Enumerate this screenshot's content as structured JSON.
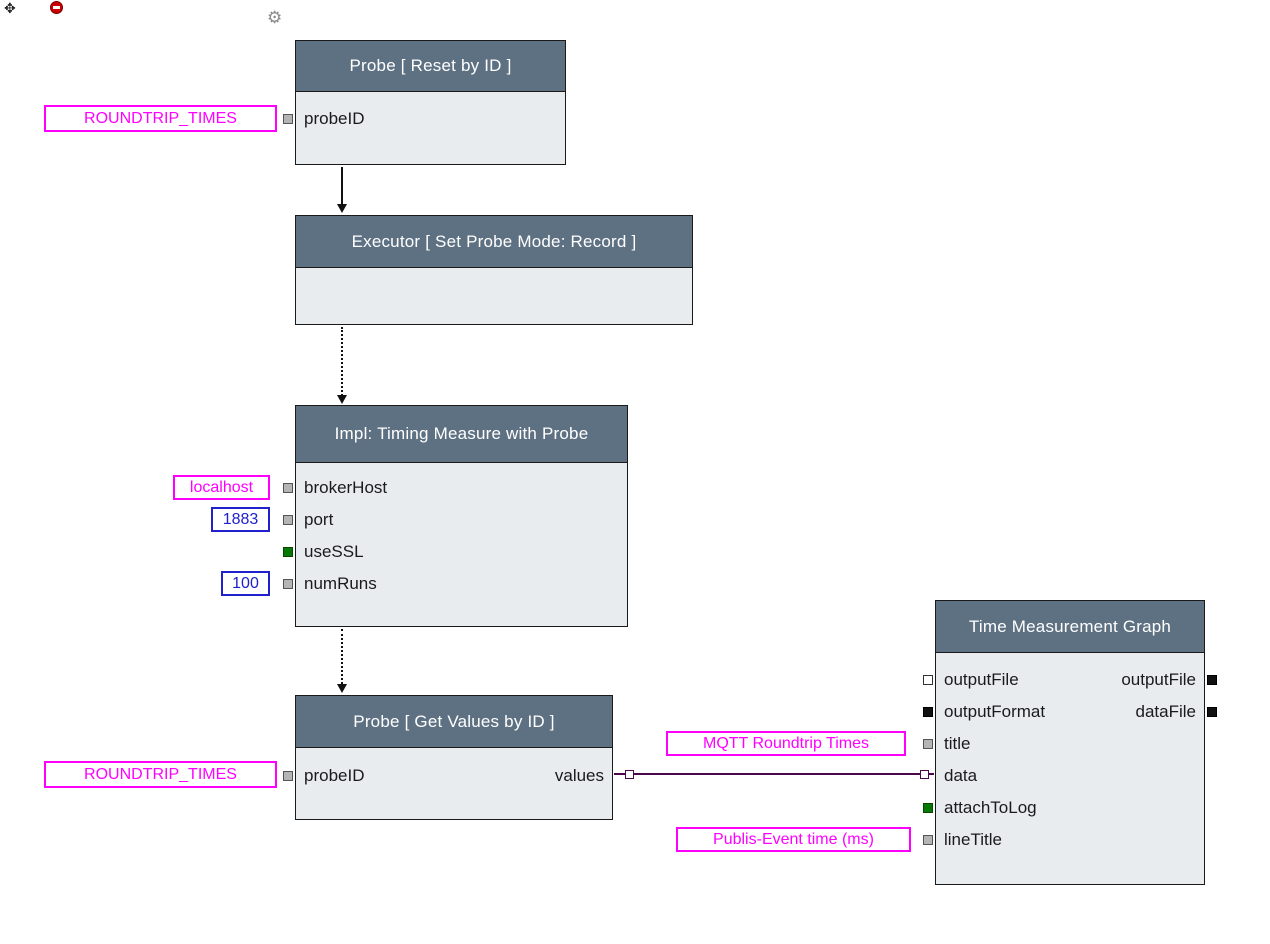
{
  "icons": {
    "move": "✥",
    "gear": "⚙"
  },
  "nodes": {
    "probe_reset": {
      "title": "Probe [ Reset by ID ]",
      "inputs": [
        {
          "label": "probeID",
          "value": "ROUNDTRIP_TIMES"
        }
      ]
    },
    "executor": {
      "title": "Executor [ Set Probe Mode: Record ]"
    },
    "impl": {
      "title": "Impl: Timing Measure with Probe",
      "inputs": [
        {
          "label": "brokerHost",
          "value": "localhost"
        },
        {
          "label": "port",
          "value": "1883"
        },
        {
          "label": "useSSL"
        },
        {
          "label": "numRuns",
          "value": "100"
        }
      ]
    },
    "probe_get": {
      "title": "Probe [ Get Values by ID ]",
      "inputs": [
        {
          "label": "probeID",
          "value": "ROUNDTRIP_TIMES"
        }
      ],
      "outputs": [
        {
          "label": "values"
        }
      ]
    },
    "graph": {
      "title": "Time Measurement Graph",
      "inputs": [
        {
          "label": "outputFile"
        },
        {
          "label": "outputFormat"
        },
        {
          "label": "title",
          "value": "MQTT Roundtrip Times"
        },
        {
          "label": "data"
        },
        {
          "label": "attachToLog"
        },
        {
          "label": "lineTitle",
          "value": "Publis-Event time (ms)"
        }
      ],
      "outputs": [
        {
          "label": "outputFile"
        },
        {
          "label": "dataFile"
        }
      ]
    }
  },
  "colors": {
    "node_header": "#5e7183",
    "node_body": "#e8ecef",
    "magenta": "#ff00ff",
    "blue": "#2020cc",
    "green": "#067806",
    "wire": "#4b074b"
  }
}
